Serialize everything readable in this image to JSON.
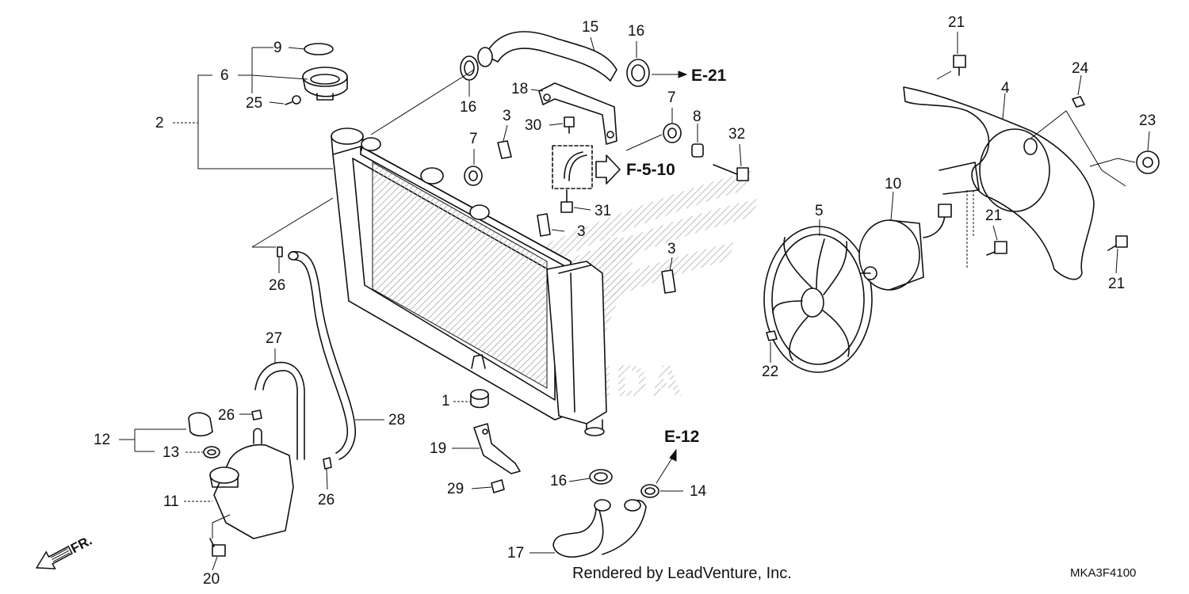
{
  "callouts": {
    "n1": "1",
    "n2": "2",
    "n3a": "3",
    "n3b": "3",
    "n3c": "3",
    "n4": "4",
    "n5": "5",
    "n6": "6",
    "n7a": "7",
    "n7b": "7",
    "n8": "8",
    "n9": "9",
    "n10": "10",
    "n11": "11",
    "n12": "12",
    "n13": "13",
    "n14": "14",
    "n15": "15",
    "n16a": "16",
    "n16b": "16",
    "n16c": "16",
    "n17": "17",
    "n18": "18",
    "n19": "19",
    "n20": "20",
    "n21a": "21",
    "n21b": "21",
    "n21c": "21",
    "n22": "22",
    "n23": "23",
    "n24": "24",
    "n25": "25",
    "n26a": "26",
    "n26b": "26",
    "n26c": "26",
    "n27": "27",
    "n28": "28",
    "n29": "29",
    "n30": "30",
    "n31": "31",
    "n32": "32"
  },
  "references": {
    "e21": "E-21",
    "f510": "F-5-10",
    "e12": "E-12"
  },
  "direction_label": "FR.",
  "watermark_brand": "HONDA",
  "footer": {
    "credit": "Rendered by LeadVenture, Inc.",
    "diagram_code": "MKA3F4100"
  }
}
